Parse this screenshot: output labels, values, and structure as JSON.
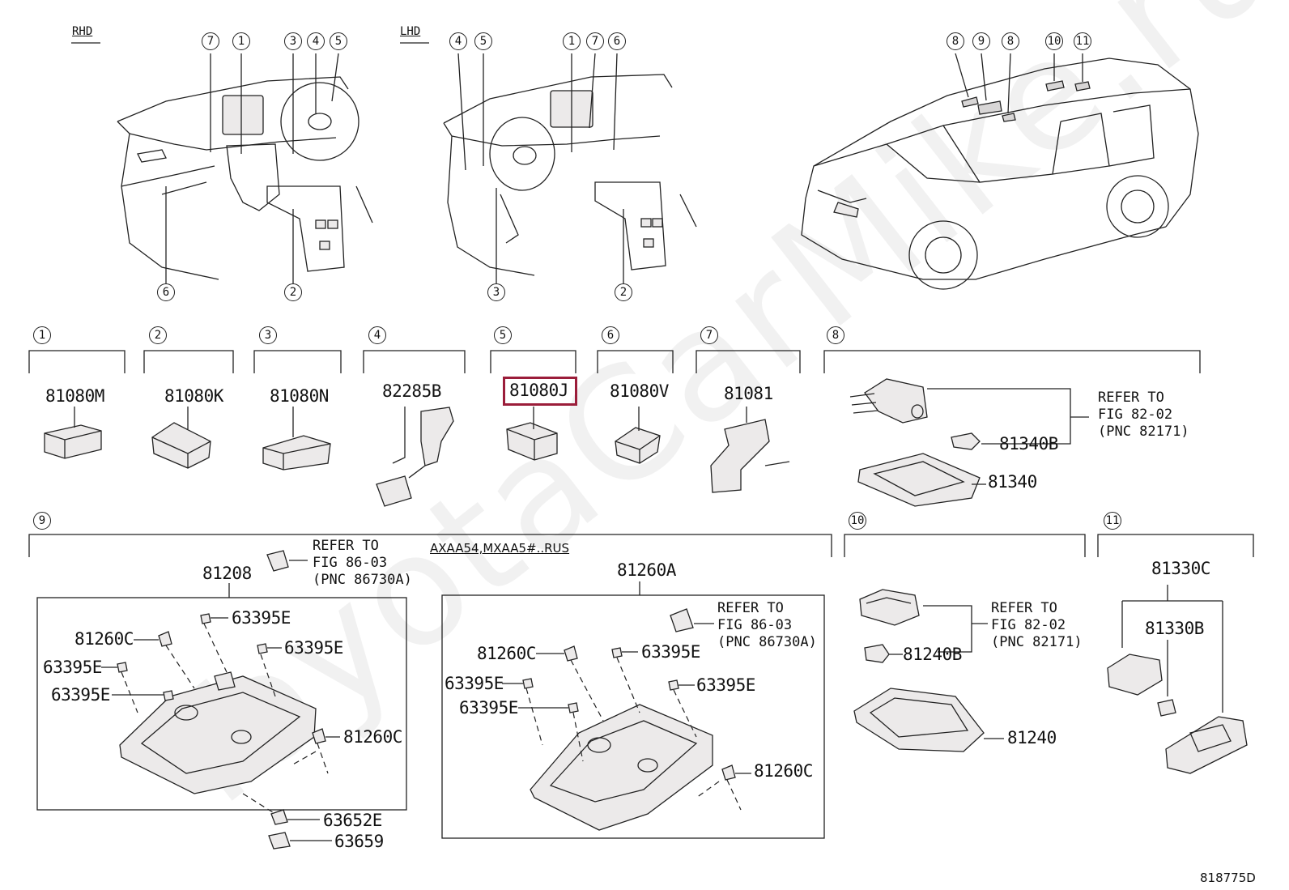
{
  "watermark": "ToyotaCarMike.ru",
  "diagram_id": "818775D",
  "overview": {
    "rhd_label": "RHD",
    "lhd_label": "LHD",
    "rhd_callouts": [
      "7",
      "1",
      "3",
      "4",
      "5",
      "6",
      "2"
    ],
    "lhd_callouts": [
      "4",
      "5",
      "1",
      "7",
      "6",
      "3",
      "2"
    ],
    "car_callouts": [
      "8",
      "9",
      "8",
      "10",
      "11"
    ]
  },
  "groups": [
    {
      "num": "1",
      "part": "81080M"
    },
    {
      "num": "2",
      "part": "81080K"
    },
    {
      "num": "3",
      "part": "81080N"
    },
    {
      "num": "4",
      "part": "82285B"
    },
    {
      "num": "5",
      "part": "81080J",
      "highlighted": true
    },
    {
      "num": "6",
      "part": "81080V"
    },
    {
      "num": "7",
      "part": "81081"
    }
  ],
  "group8": {
    "num": "8",
    "parts": [
      "81340B",
      "81340"
    ],
    "refer": [
      "REFER TO",
      "FIG 82-02",
      "(PNC 82171)"
    ]
  },
  "group9": {
    "num": "9",
    "left": {
      "part": "81208",
      "refer": [
        "REFER TO",
        "FIG 86-03",
        "(PNC 86730A)"
      ],
      "labels": [
        "63395E",
        "81260C",
        "63395E",
        "63395E",
        "63395E",
        "81260C",
        "63652E",
        "63659"
      ]
    },
    "right": {
      "condition": "AXAA54,MXAA5#..RUS",
      "part": "81260A",
      "refer": [
        "REFER TO",
        "FIG 86-03",
        "(PNC 86730A)"
      ],
      "labels": [
        "81260C",
        "63395E",
        "63395E",
        "63395E",
        "63395E",
        "81260C"
      ]
    }
  },
  "group10": {
    "num": "10",
    "parts": [
      "81240B",
      "81240"
    ],
    "refer": [
      "REFER TO",
      "FIG 82-02",
      "(PNC 82171)"
    ]
  },
  "group11": {
    "num": "11",
    "parts": [
      "81330C",
      "81330B"
    ]
  }
}
